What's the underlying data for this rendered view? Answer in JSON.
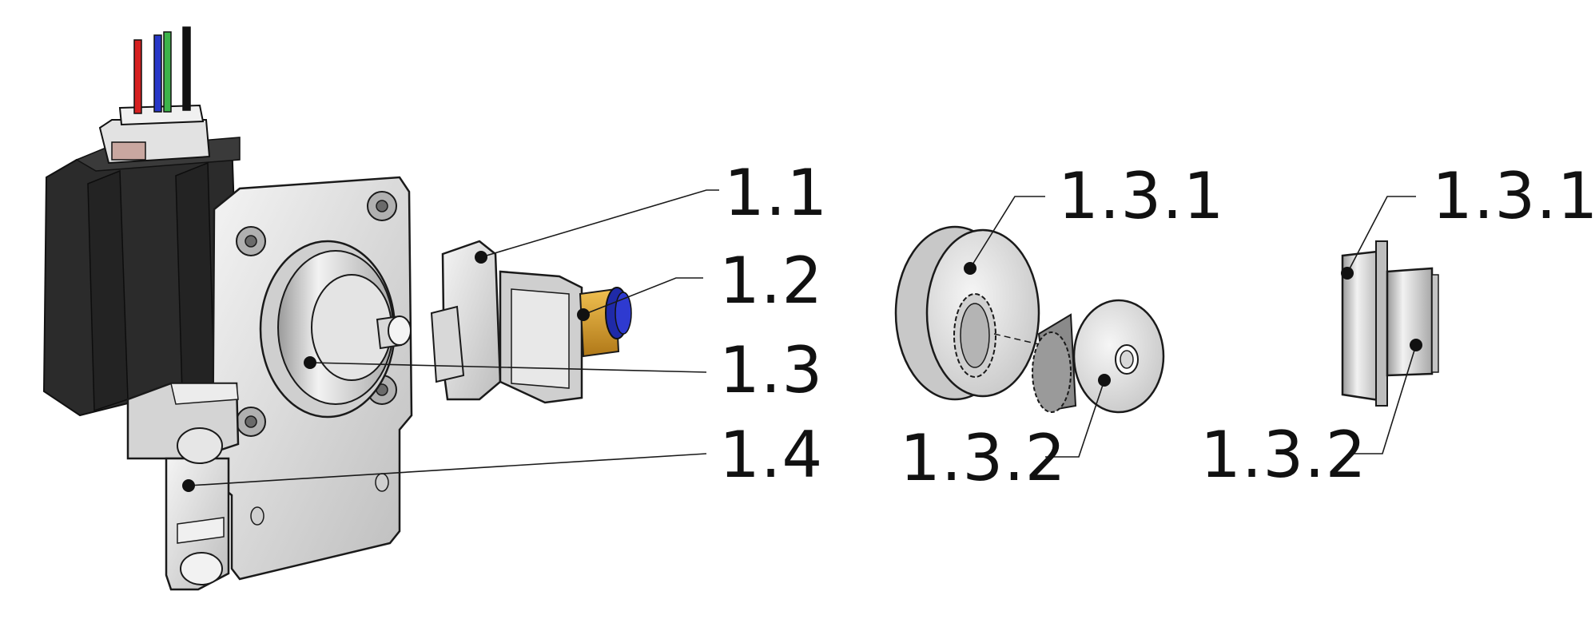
{
  "diagram": {
    "labels": {
      "l1_1": "1.1",
      "l1_2": "1.2",
      "l1_3": "1.3",
      "l1_4": "1.4",
      "l1_3_1_a": "1.3.1",
      "l1_3_2_a": "1.3.2",
      "l1_3_1_b": "1.3.1",
      "l1_3_2_b": "1.3.2"
    },
    "colors": {
      "motor_body": "#2b2b2b",
      "plate": "#e6e6e6",
      "outline": "#1a1a1a",
      "wire_red": "#d62020",
      "wire_blue": "#2838c8",
      "wire_green": "#3cb44a",
      "wire_black": "#111111",
      "brass": "#e0a22a",
      "blue_ring": "#1f2aa8"
    }
  }
}
